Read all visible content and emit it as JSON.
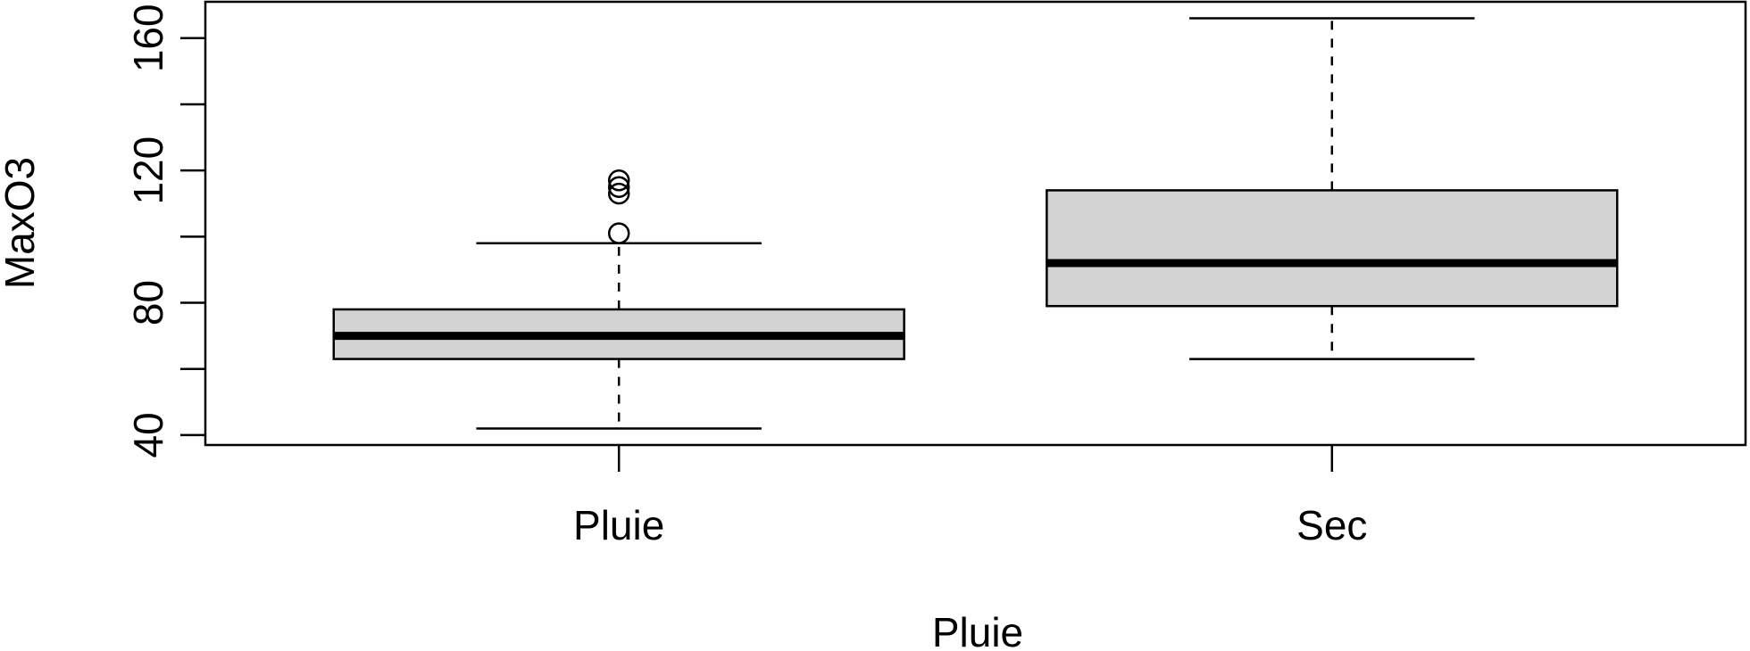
{
  "chart_data": {
    "type": "boxplot",
    "title": "",
    "xlabel": "Pluie",
    "ylabel": "MaxO3",
    "ylim": [
      37,
      171
    ],
    "yticks": [
      40,
      60,
      80,
      100,
      120,
      140,
      160
    ],
    "ytick_labels": [
      "40",
      "",
      "80",
      "",
      "120",
      "",
      "160"
    ],
    "categories": [
      "Pluie",
      "Sec"
    ],
    "boxes": [
      {
        "name": "Pluie",
        "whisker_low": 42,
        "q1": 63,
        "median": 70,
        "q3": 78,
        "whisker_high": 98,
        "outliers": [
          101,
          113,
          115,
          117
        ]
      },
      {
        "name": "Sec",
        "whisker_low": 63,
        "q1": 79,
        "median": 92,
        "q3": 114,
        "whisker_high": 166,
        "outliers": []
      }
    ],
    "box_fill": "#d3d3d3",
    "line_color": "#000000",
    "grid": false,
    "legend": "none"
  }
}
